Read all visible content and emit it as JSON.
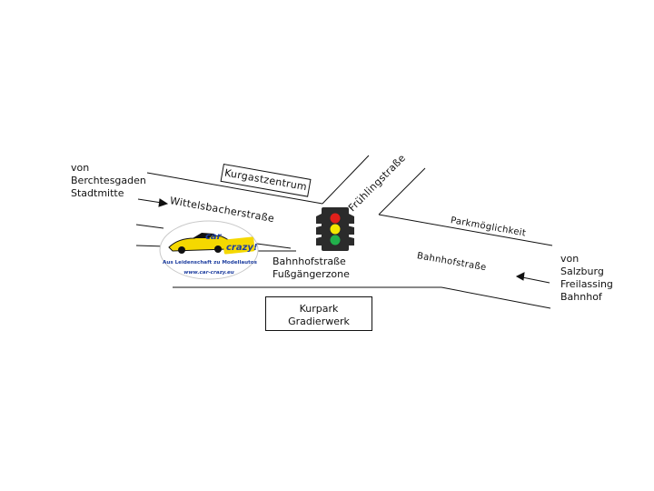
{
  "origins": {
    "west": {
      "lines": [
        "von",
        "Berchtesgaden",
        "Stadtmitte"
      ]
    },
    "east": {
      "lines": [
        "von",
        "Salzburg",
        "Freilassing",
        "Bahnhof"
      ]
    }
  },
  "streets": {
    "wittelsbacher": "Wittelsbacherstraße",
    "fruehling": "Frühlingstraße",
    "bahnhof_east": "Bahnhofstraße",
    "bahnhof_pedestrian": [
      "Bahnhofstraße",
      "Fußgängerzone"
    ]
  },
  "places": {
    "kurgastzentrum": "Kurgastzentrum",
    "parking": "Parkmöglichkeit",
    "kurpark": [
      "Kurpark",
      "Gradierwerk"
    ]
  },
  "store_logo": {
    "brand_line1": "car",
    "brand_line2": "crazy!",
    "tagline": "Aus Leidenschaft zu Modellautos",
    "url": "www.car-crazy.eu"
  },
  "colors": {
    "road": "#111111",
    "traffic_light_body": "#2b2b2b",
    "light_red": "#e0201b",
    "light_yellow": "#f2e600",
    "light_green": "#21b04b",
    "logo_blue": "#1f3fa0",
    "logo_yellow": "#f5d800"
  },
  "icons": [
    "traffic-light-icon",
    "arrow-right-icon",
    "arrow-left-icon",
    "car-crazy-logo"
  ]
}
